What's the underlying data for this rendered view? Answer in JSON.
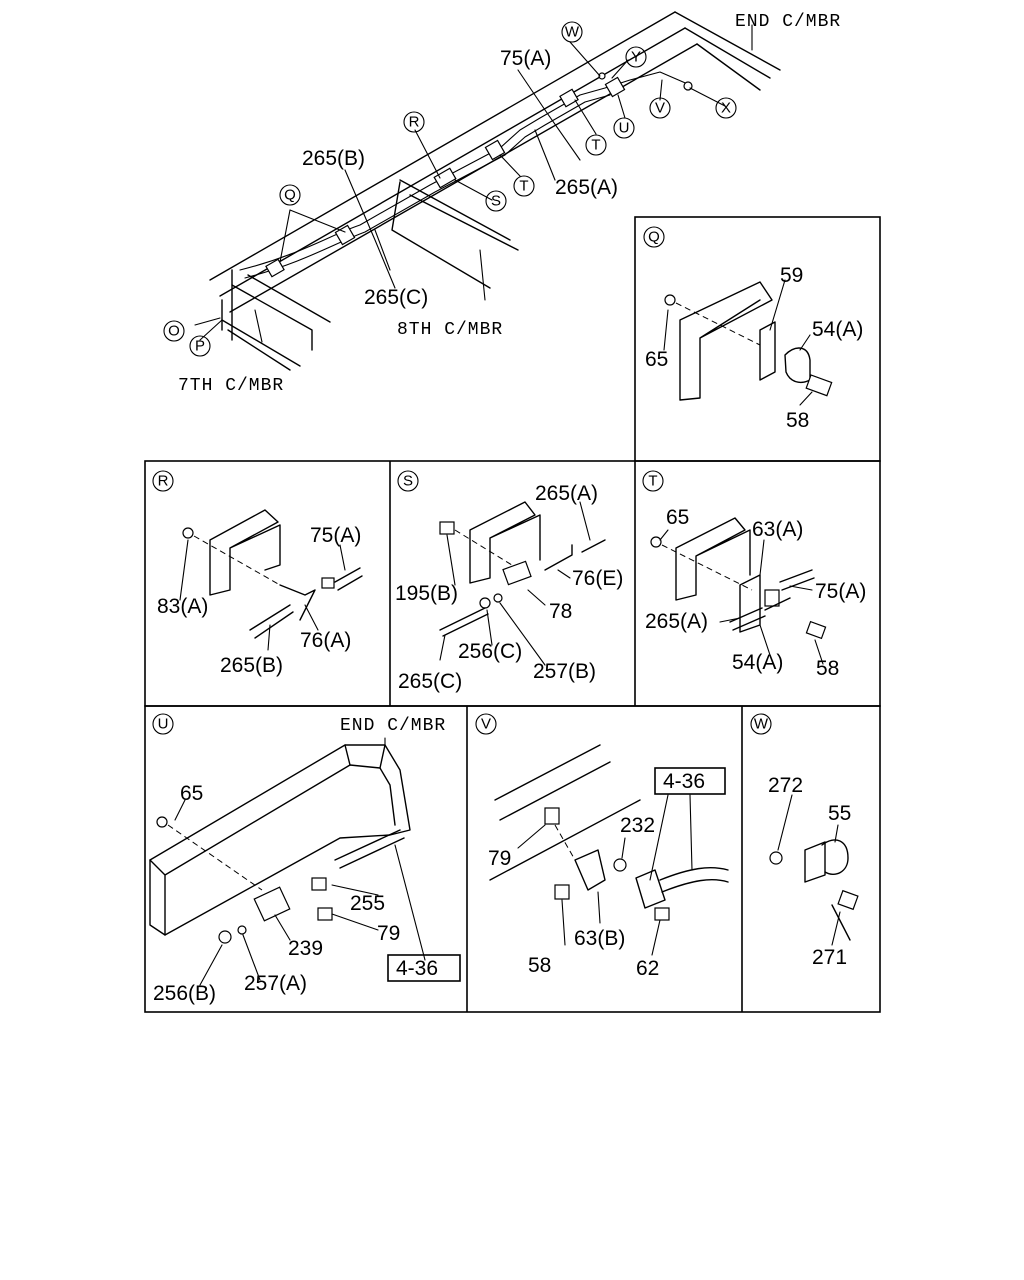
{
  "main": {
    "labels": {
      "end_cmbr": "END C/MBR",
      "p75a": "75(A)",
      "p265b": "265(B)",
      "p265a": "265(A)",
      "p265c": "265(C)",
      "eighth": "8TH C/MBR",
      "seventh": "7TH C/MBR"
    },
    "callouts": {
      "W": "W",
      "Y": "Y",
      "V": "V",
      "X": "X",
      "U": "U",
      "T": "T",
      "T2": "T",
      "R": "R",
      "S": "S",
      "Q": "Q",
      "O": "O",
      "P": "P"
    }
  },
  "panels": {
    "Q": {
      "title": "Q",
      "labels": [
        "59",
        "54(A)",
        "65",
        "58"
      ]
    },
    "R": {
      "title": "R",
      "labels": [
        "75(A)",
        "83(A)",
        "76(A)",
        "265(B)"
      ]
    },
    "S": {
      "title": "S",
      "labels": [
        "265(A)",
        "195(B)",
        "76(E)",
        "78",
        "256(C)",
        "257(B)",
        "265(C)"
      ]
    },
    "T": {
      "title": "T",
      "labels": [
        "65",
        "63(A)",
        "75(A)",
        "265(A)",
        "54(A)",
        "58"
      ]
    },
    "U": {
      "title": "U",
      "labels": [
        "END C/MBR",
        "65",
        "255",
        "79",
        "239",
        "256(B)",
        "257(A)",
        "4-36"
      ]
    },
    "V": {
      "title": "V",
      "labels": [
        "4-36",
        "232",
        "79",
        "58",
        "63(B)",
        "62"
      ]
    },
    "W": {
      "title": "W",
      "labels": [
        "272",
        "55",
        "271"
      ]
    }
  }
}
